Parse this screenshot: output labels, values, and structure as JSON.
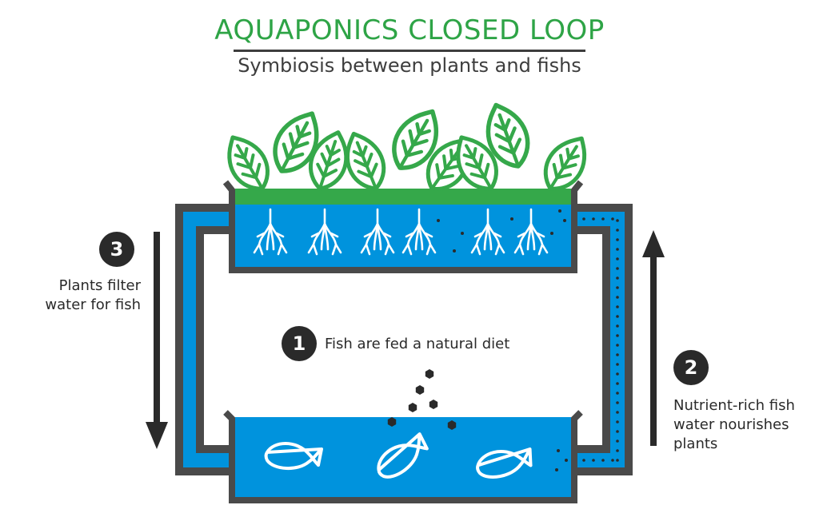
{
  "header": {
    "title": "AQUAPONICS CLOSED LOOP",
    "subtitle": "Symbiosis between plants and fishs"
  },
  "steps": [
    {
      "number": "1",
      "text": "Fish are fed a natural diet"
    },
    {
      "number": "2",
      "lines": [
        "Nutrient-rich fish",
        "water nourishes",
        "plants"
      ]
    },
    {
      "number": "3",
      "lines": [
        "Plants filter",
        "water for fish"
      ]
    }
  ],
  "colors": {
    "title_green": "#2ea446",
    "leaf_green": "#35a84a",
    "water_blue": "#0093dd",
    "frame_gray": "#4a4a4a",
    "dark": "#2a2a2a",
    "white": "#ffffff"
  },
  "icons": {
    "plants": "leaf-icon",
    "roots": "root-icon",
    "fish": "fish-icon",
    "food": "fish-food-pellet-icon",
    "flow_up": "arrow-up-icon",
    "flow_down": "arrow-down-icon"
  }
}
